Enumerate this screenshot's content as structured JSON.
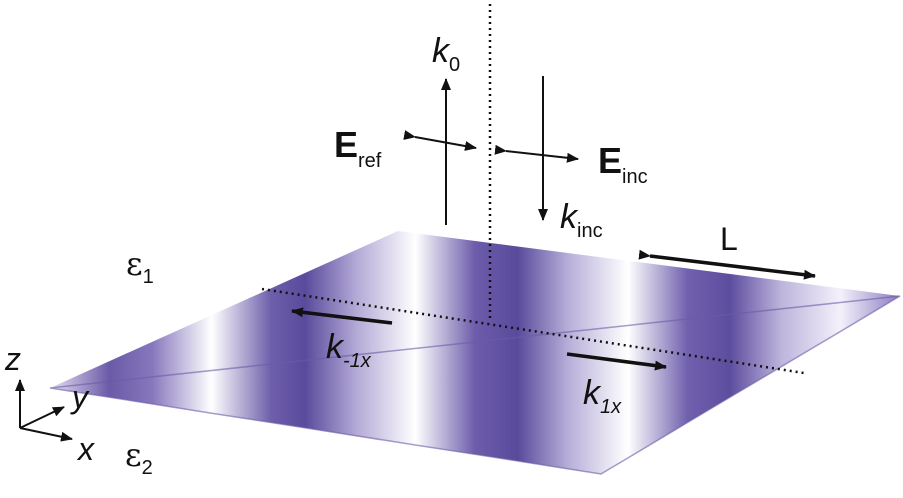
{
  "labels": {
    "k0": {
      "main": "k",
      "sub": "0"
    },
    "k_inc": {
      "main": "k",
      "sub": "inc"
    },
    "E_ref": {
      "main": "E",
      "sub": "ref"
    },
    "E_inc": {
      "main": "E",
      "sub": "inc"
    },
    "L": "L",
    "eps1": {
      "main": "ε",
      "sub": "1"
    },
    "eps2": {
      "main": "ε",
      "sub": "2"
    },
    "k_minus1x": {
      "main": "k",
      "sub": "-1x"
    },
    "k_1x": {
      "main": "k",
      "sub": "1x"
    },
    "axis_z": "z",
    "axis_y": "y",
    "axis_x": "x"
  },
  "colors": {
    "grating_dark": "#5a4a9c",
    "grating_light": "#ffffff",
    "ink": "#111111"
  }
}
